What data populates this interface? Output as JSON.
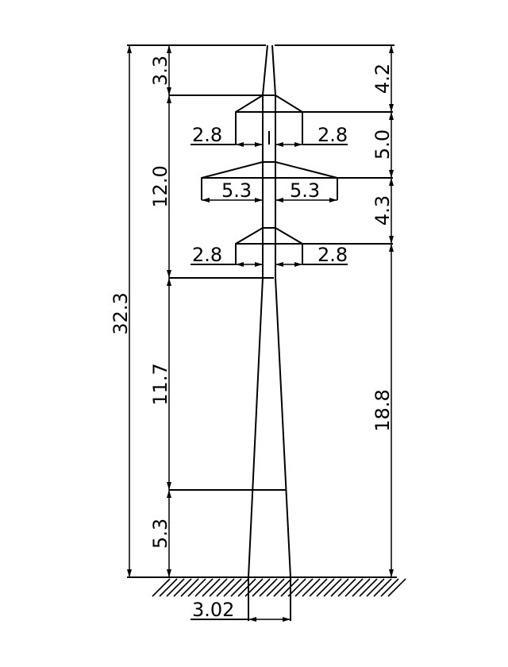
{
  "drawing": {
    "total_height": "32.3",
    "left_dims": {
      "top": "3.3",
      "crossarm_zone": "12.0",
      "middle": "11.7",
      "bottom": "5.3"
    },
    "right_dims": {
      "top": "4.2",
      "upper_gap": "5.0",
      "lower_gap": "4.3",
      "lower_height": "18.8"
    },
    "upper_arm": {
      "left": "2.8",
      "right": "2.8"
    },
    "middle_arm": {
      "left": "5.3",
      "right": "5.3"
    },
    "lower_arm": {
      "left": "2.8",
      "right": "2.8"
    },
    "base_width": "3.02"
  }
}
